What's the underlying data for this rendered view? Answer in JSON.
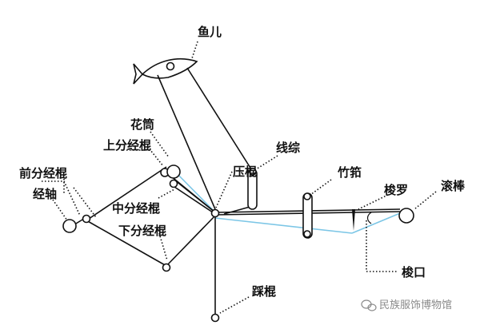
{
  "labels": {
    "yuer": "鱼儿",
    "huatong": "花筒",
    "shangfenjinggun": "上分经棍",
    "xianzong": "线综",
    "zhukou": "竹筘",
    "qianfenjinggun": "前分经棍",
    "yagun": "压棍",
    "suoluo": "梭罗",
    "gunbang": "滚棒",
    "jingzhou": "经轴",
    "zhongfenjinggun": "中分经棍",
    "xiafenjinggun": "下分经棍",
    "suokou": "梭口",
    "caigun": "踩棍"
  },
  "watermark": "民族服饰博物馆",
  "colors": {
    "line": "#111111",
    "warp": "#7cc6e6",
    "watermark": "#8a8a8a"
  },
  "icons": {
    "watermark_logo": "wechat-icon"
  }
}
